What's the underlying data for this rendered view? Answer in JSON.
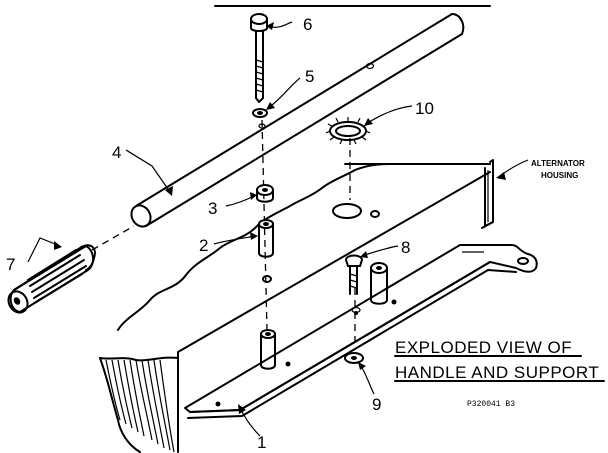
{
  "callouts": {
    "c1": "1",
    "c2": "2",
    "c3": "3",
    "c4": "4",
    "c5": "5",
    "c6": "6",
    "c7": "7",
    "c8": "8",
    "c9": "9",
    "c10": "10"
  },
  "alternator_label": {
    "line1": "ALTERNATOR",
    "line2": "HOUSING"
  },
  "title": {
    "line1": "EXPLODED VIEW OF",
    "line2": "HANDLE AND SUPPORT"
  },
  "drawing_code": "P320041 B3"
}
